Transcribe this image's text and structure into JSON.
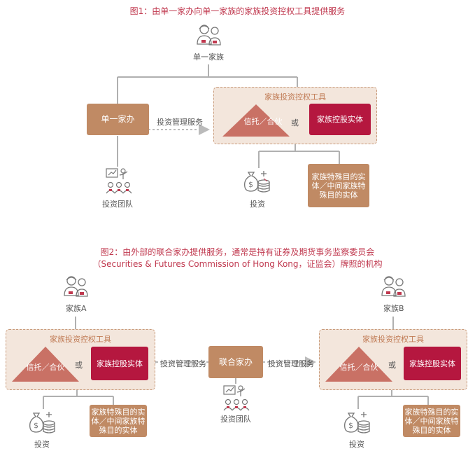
{
  "figure1": {
    "caption": "图1：由单一家办向单一家族的家族投资控权工具提供服务",
    "family_label": "单一家族",
    "office_label": "单一家办",
    "service_label": "投资管理服务",
    "tool_title": "家族投资控权工具",
    "trust_label": "信托／合伙",
    "or_label": "或",
    "holding_label": "家族控股实体",
    "team_label": "投资团队",
    "invest_label": "投资",
    "spv_label": "家族特殊目的实体／中间家族特殊目的实体"
  },
  "figure2": {
    "caption_line1": "图2：由外部的联合家办提供服务，通常是持有证券及期货事务监察委员会",
    "caption_line2": "（Securities & Futures Commission of Hong Kong，证监会）牌照的机构",
    "family_a_label": "家族A",
    "family_b_label": "家族B",
    "multi_office_label": "联合家办",
    "service_left_label": "投资管理服务",
    "service_right_label": "投资管理服务",
    "team_label": "投资团队",
    "left": {
      "tool_title": "家族投资控权工具",
      "trust_label": "信托／合伙",
      "or_label": "或",
      "holding_label": "家族控股实体",
      "invest_label": "投资",
      "spv_label": "家族特殊目的实体／中间家族特殊目的实体"
    },
    "right": {
      "tool_title": "家族投资控权工具",
      "trust_label": "信托／合伙",
      "or_label": "或",
      "holding_label": "家族控股实体",
      "invest_label": "投资",
      "spv_label": "家族特殊目的实体／中间家族特殊目的实体"
    }
  },
  "icons": {
    "family": "family-people-icon",
    "team": "investment-team-icon",
    "money": "money-bag-coins-icon"
  },
  "colors": {
    "caption": "#c0394f",
    "brown": "#c08a64",
    "red": "#b5173f",
    "tool_bg": "#f3e6dc",
    "tool_border": "#c89a7a",
    "line": "#aaaaaa"
  }
}
